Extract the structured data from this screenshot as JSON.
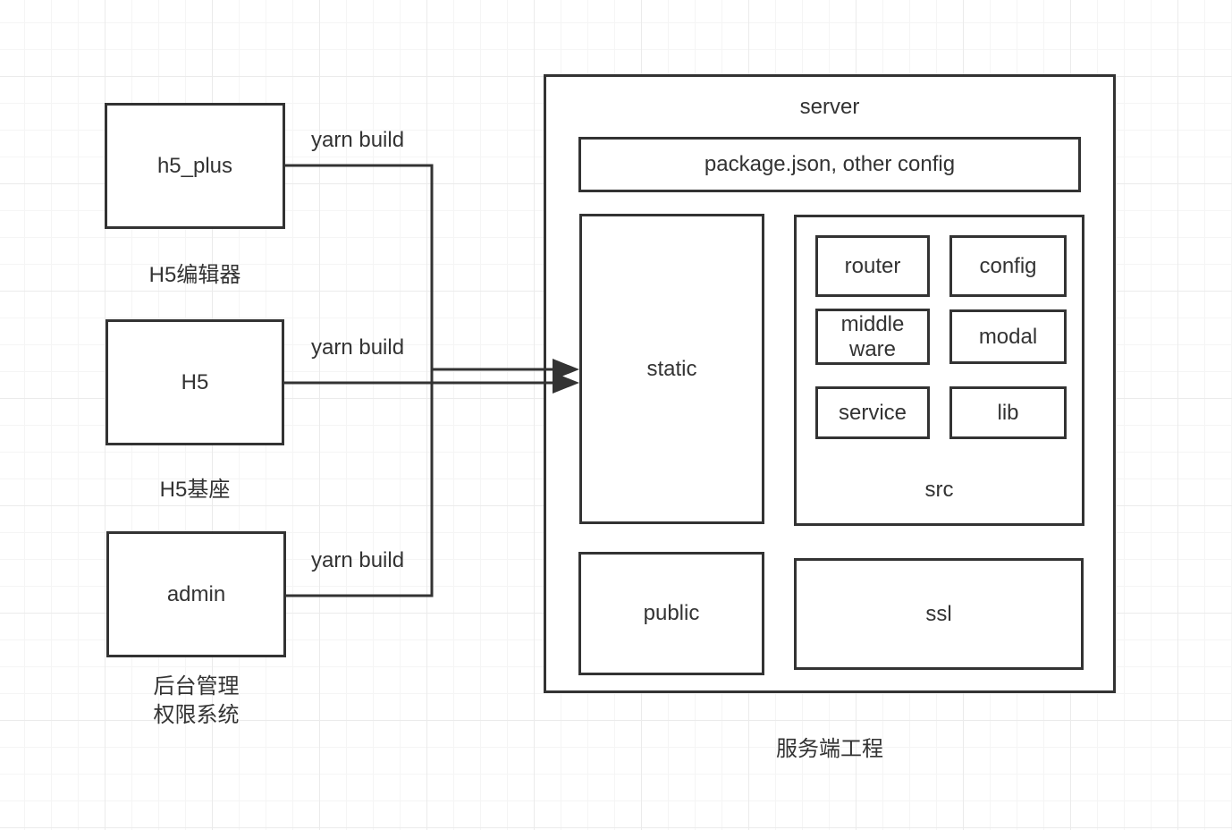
{
  "canvas": {
    "background": "#ffffff",
    "grid_minor_color": "#f5f5f5",
    "grid_major_color": "#ebebeb",
    "stroke_color": "#333333",
    "text_color": "#333333"
  },
  "modules": [
    {
      "label": "h5_plus",
      "caption": "H5编辑器",
      "edge_label": "yarn build"
    },
    {
      "label": "H5",
      "caption": "H5基座",
      "edge_label": "yarn build"
    },
    {
      "label": "admin",
      "caption_line1": "后台管理",
      "caption_line2": "权限系统",
      "edge_label": "yarn build"
    }
  ],
  "server": {
    "title": "server",
    "config_box_label": "package.json, other config",
    "static_label": "static",
    "public_label": "public",
    "ssl_label": "ssl",
    "caption": "服务端工程",
    "src": {
      "label": "src",
      "cells": [
        {
          "label": "router"
        },
        {
          "label": "config"
        },
        {
          "label": "middle ware"
        },
        {
          "label": "modal"
        },
        {
          "label": "service"
        },
        {
          "label": "lib"
        }
      ]
    }
  }
}
